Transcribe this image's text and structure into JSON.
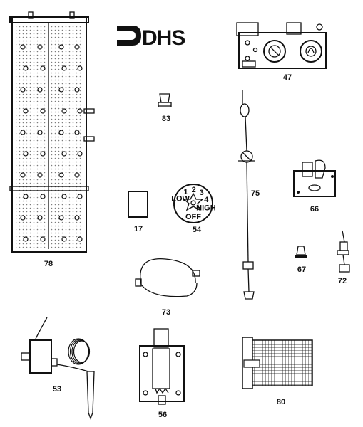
{
  "logo": {
    "text": "DHS"
  },
  "dial": {
    "off_label": "OFF",
    "settings": [
      "LOW",
      "1",
      "2",
      "3",
      "4",
      "HIGH"
    ]
  },
  "parts": [
    {
      "id": "78",
      "label": "78"
    },
    {
      "id": "47",
      "label": "47"
    },
    {
      "id": "83",
      "label": "83"
    },
    {
      "id": "75",
      "label": "75"
    },
    {
      "id": "66",
      "label": "66"
    },
    {
      "id": "17",
      "label": "17"
    },
    {
      "id": "54",
      "label": "54"
    },
    {
      "id": "67",
      "label": "67"
    },
    {
      "id": "72",
      "label": "72"
    },
    {
      "id": "73",
      "label": "73"
    },
    {
      "id": "53",
      "label": "53"
    },
    {
      "id": "56",
      "label": "56"
    },
    {
      "id": "80",
      "label": "80"
    }
  ]
}
